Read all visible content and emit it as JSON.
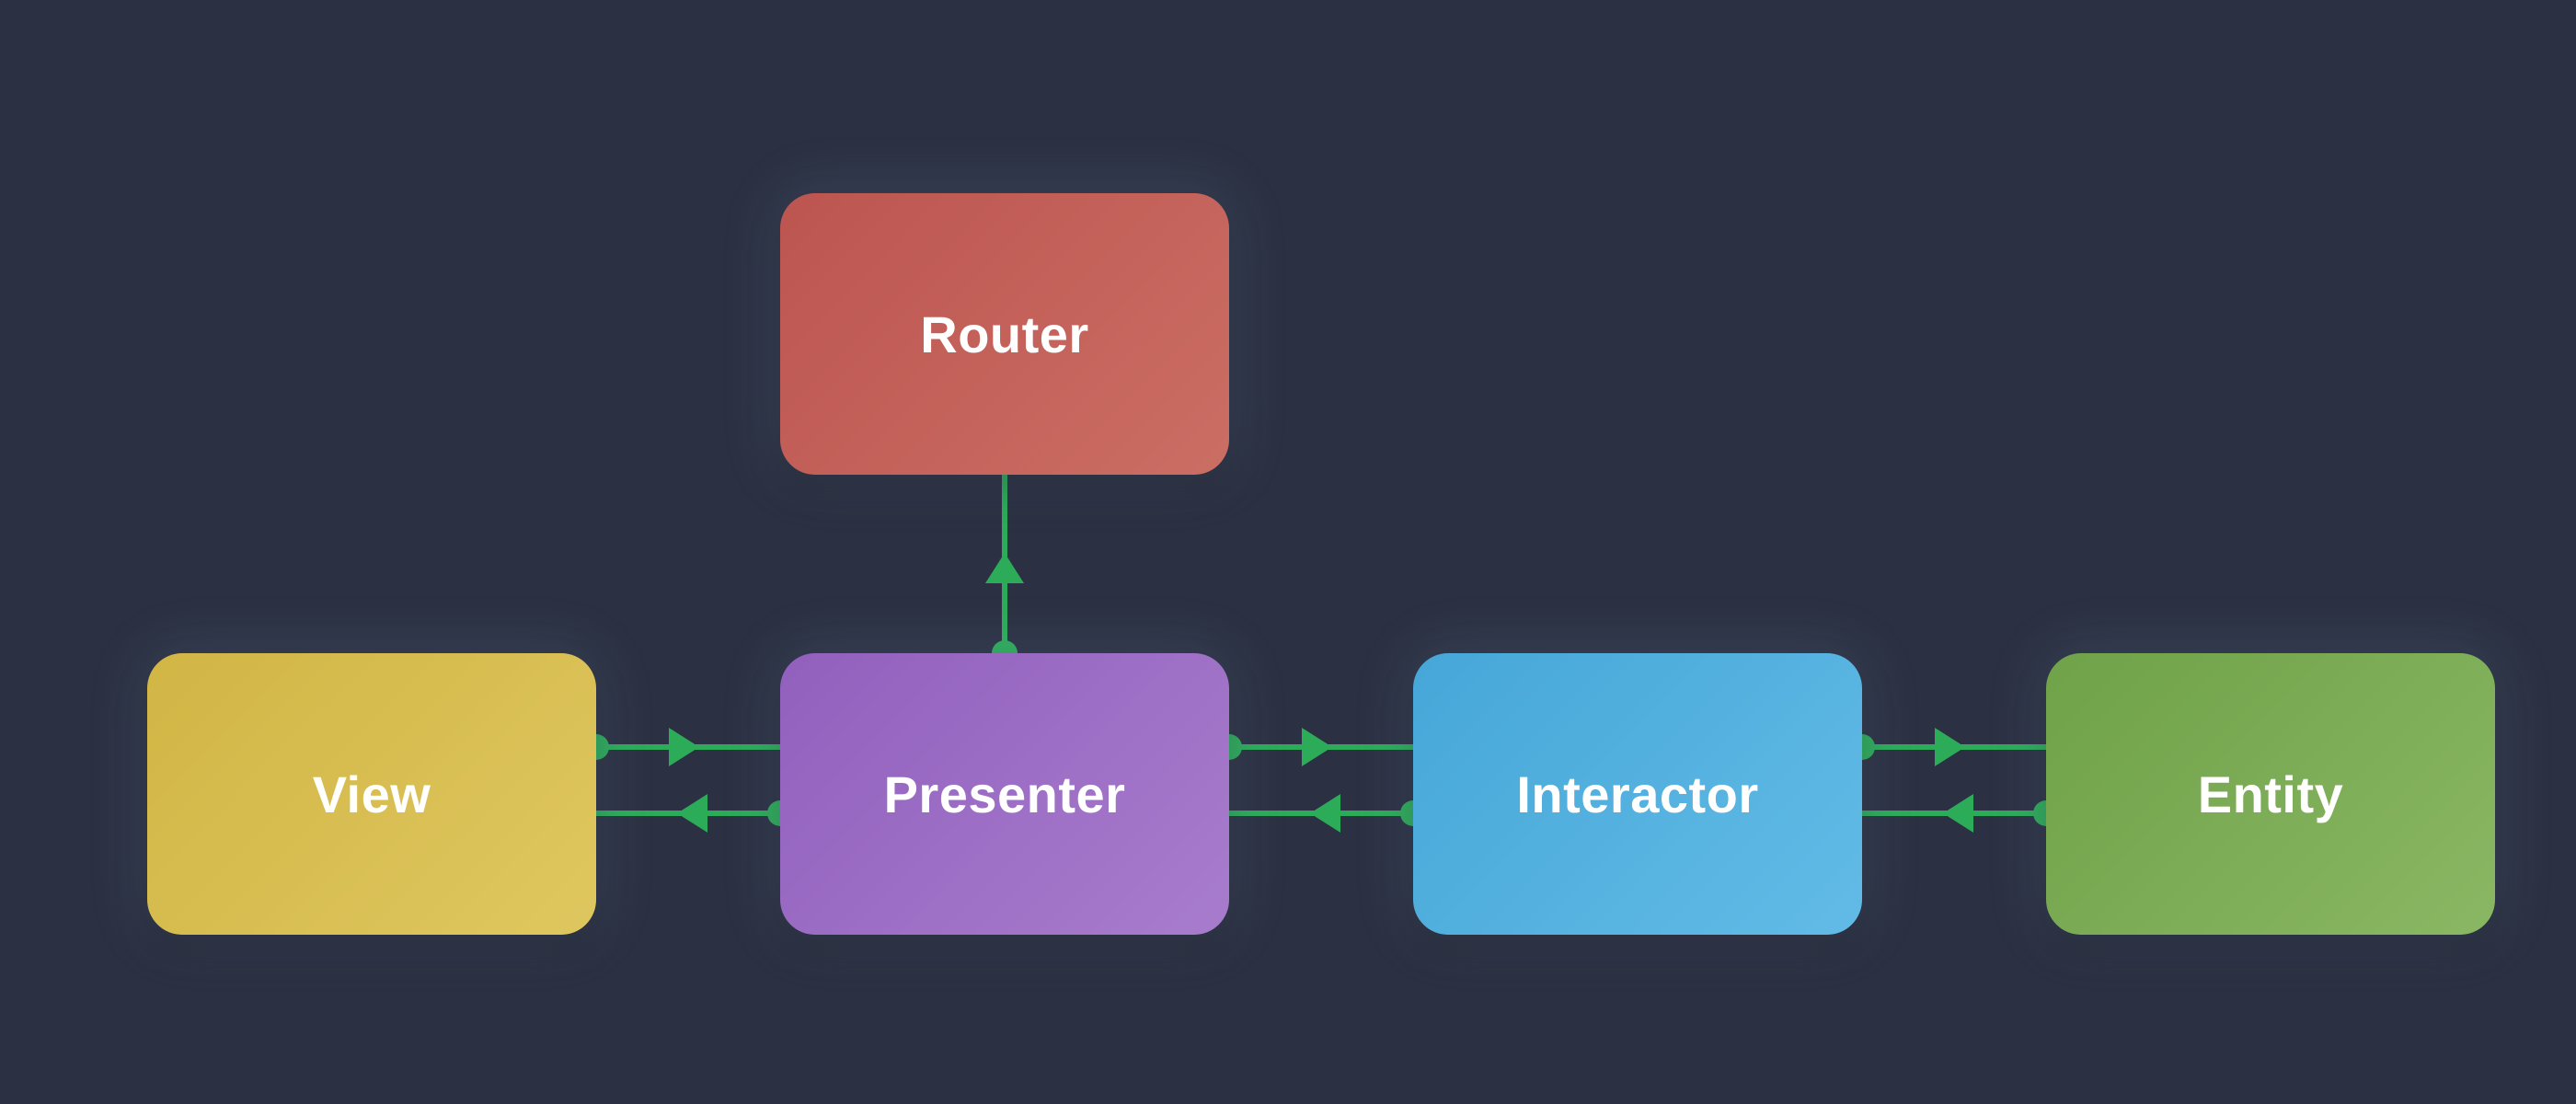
{
  "diagram": {
    "kind": "architecture-flowchart",
    "background_color": "#2b3142",
    "connector_color": "#2cab58",
    "label_color": "#ffffff",
    "nodes": [
      {
        "id": "router",
        "label": "Router",
        "color_from": "#bc5550",
        "color_to": "#cb6e64"
      },
      {
        "id": "view",
        "label": "View",
        "color_from": "#d1b545",
        "color_to": "#dfc75f"
      },
      {
        "id": "presenter",
        "label": "Presenter",
        "color_from": "#9160bd",
        "color_to": "#a87ccd"
      },
      {
        "id": "interactor",
        "label": "Interactor",
        "color_from": "#46a7d8",
        "color_to": "#62bbe6"
      },
      {
        "id": "entity",
        "label": "Entity",
        "color_from": "#6fa249",
        "color_to": "#8ab763"
      }
    ],
    "edges": [
      {
        "from": "View",
        "to": "Presenter",
        "marker": "dot-to-arrow"
      },
      {
        "from": "Presenter",
        "to": "View",
        "marker": "dot-to-arrow"
      },
      {
        "from": "Presenter",
        "to": "Router",
        "marker": "dot-to-arrow"
      },
      {
        "from": "Presenter",
        "to": "Interactor",
        "marker": "dot-to-arrow"
      },
      {
        "from": "Interactor",
        "to": "Presenter",
        "marker": "dot-to-arrow"
      },
      {
        "from": "Interactor",
        "to": "Entity",
        "marker": "dot-to-arrow"
      },
      {
        "from": "Entity",
        "to": "Interactor",
        "marker": "dot-to-arrow"
      }
    ]
  }
}
